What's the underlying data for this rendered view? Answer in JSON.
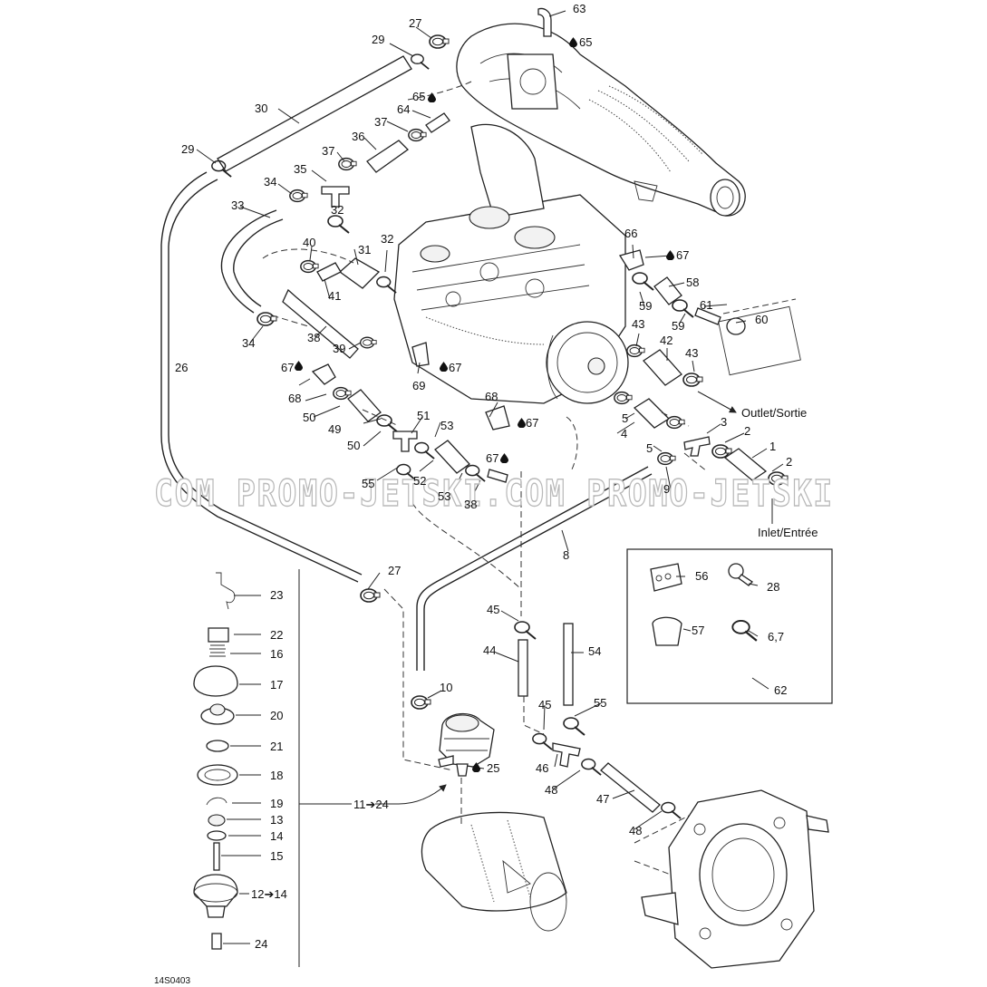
{
  "figure_code": "14S0403",
  "watermark_text": "COM PROMO-JETSKI.COM PROMO-JETSKI",
  "notes": {
    "outlet": "Outlet/Sortie",
    "inlet": "Inlet/Entrée"
  },
  "callouts": {
    "p1": "1",
    "p2a": "2",
    "p2b": "2",
    "p3": "3",
    "p4": "4",
    "p5a": "5",
    "p5b": "5",
    "p8": "8",
    "p9": "9",
    "p10": "10",
    "p11_24": "11➔24",
    "p12_14": "12➔14",
    "p13": "13",
    "p14": "14",
    "p15": "15",
    "p16": "16",
    "p17": "17",
    "p18": "18",
    "p19": "19",
    "p20": "20",
    "p21": "21",
    "p22": "22",
    "p23": "23",
    "p24": "24",
    "p25": "25",
    "p26": "26",
    "p27a": "27",
    "p27b": "27",
    "p28": "28",
    "p29a": "29",
    "p29b": "29",
    "p30": "30",
    "p31": "31",
    "p32a": "32",
    "p32b": "32",
    "p33": "33",
    "p34a": "34",
    "p34b": "34",
    "p35": "35",
    "p36": "36",
    "p37a": "37",
    "p37b": "37",
    "p38a": "38",
    "p38b": "38",
    "p39": "39",
    "p40": "40",
    "p41": "41",
    "p42": "42",
    "p43a": "43",
    "p43b": "43",
    "p44": "44",
    "p45a": "45",
    "p45b": "45",
    "p46": "46",
    "p47": "47",
    "p48a": "48",
    "p48b": "48",
    "p49": "49",
    "p50a": "50",
    "p50b": "50",
    "p51": "51",
    "p52": "52",
    "p53a": "53",
    "p53b": "53",
    "p54": "54",
    "p55a": "55",
    "p55b": "55",
    "p56": "56",
    "p57": "57",
    "p58": "58",
    "p59a": "59",
    "p59b": "59",
    "p60": "60",
    "p61": "61",
    "p62": "62",
    "p63": "63",
    "p64": "64",
    "p65a": "65",
    "p65b": "65",
    "p66": "66",
    "p67a": "67",
    "p67b": "67",
    "p67c": "67",
    "p67d": "67",
    "p67e": "67",
    "p68a": "68",
    "p68b": "68",
    "p69": "69",
    "p6_7": "6,7"
  },
  "icons": [
    "sealant-drop-icon",
    "arrow-icon"
  ],
  "colors": {
    "ink": "#222222",
    "watermark": "#b9b9b9",
    "background": "#ffffff"
  }
}
